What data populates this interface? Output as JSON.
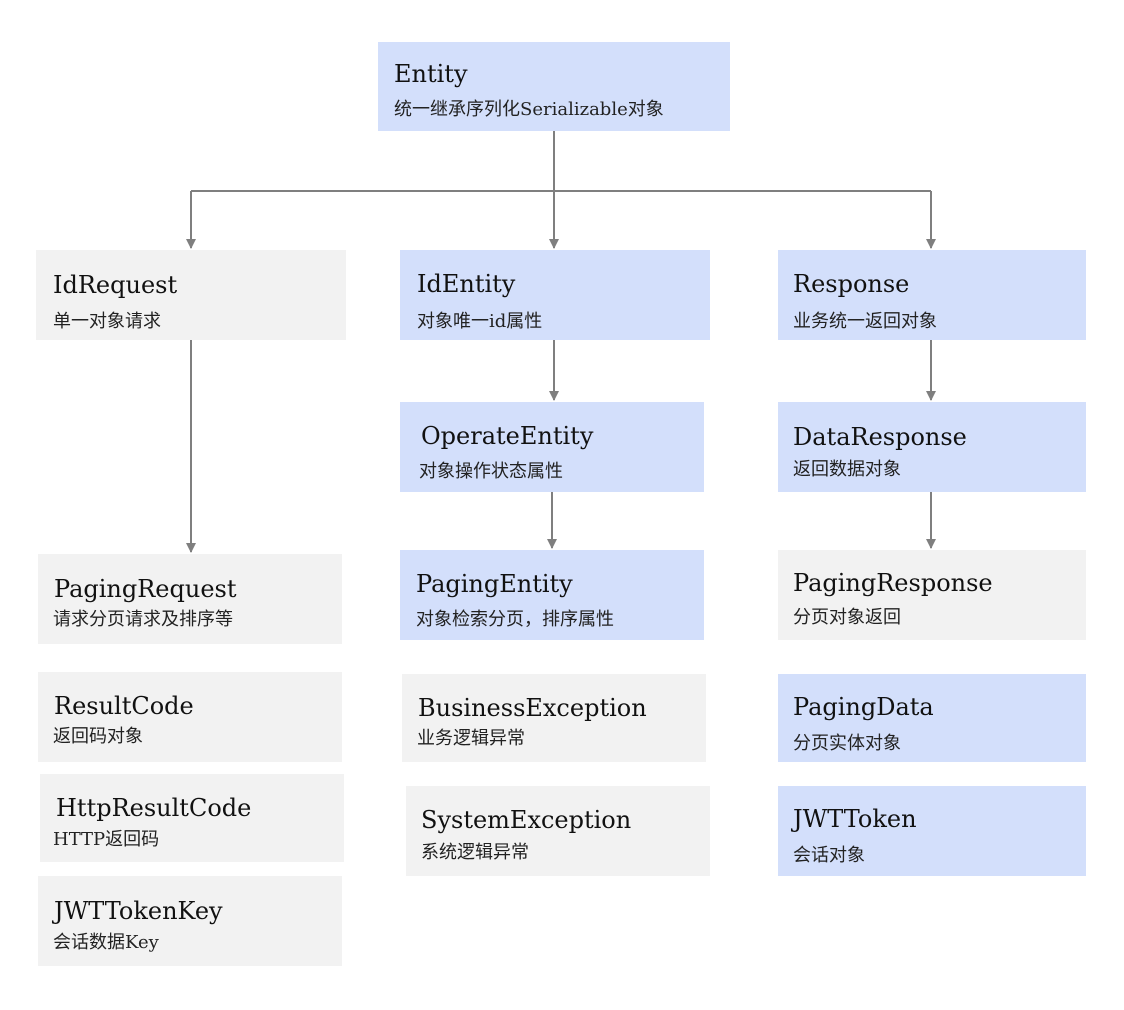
{
  "nodes": {
    "entity": {
      "title": "Entity",
      "subtitle": "统一继承序列化Serializable对象"
    },
    "id_request": {
      "title": "IdRequest",
      "subtitle": "单一对象请求"
    },
    "id_entity": {
      "title": "IdEntity",
      "subtitle": "对象唯一id属性"
    },
    "response": {
      "title": "Response",
      "subtitle": "业务统一返回对象"
    },
    "operate_entity": {
      "title": "OperateEntity",
      "subtitle": "对象操作状态属性"
    },
    "data_response": {
      "title": "DataResponse",
      "subtitle": "返回数据对象"
    },
    "paging_request": {
      "title": "PagingRequest",
      "subtitle": "请求分页请求及排序等"
    },
    "paging_entity": {
      "title": "PagingEntity",
      "subtitle": "对象检索分页，排序属性"
    },
    "paging_response": {
      "title": "PagingResponse",
      "subtitle": "分页对象返回"
    },
    "result_code": {
      "title": "ResultCode",
      "subtitle": "返回码对象"
    },
    "business_exception": {
      "title": "BusinessException",
      "subtitle": "业务逻辑异常"
    },
    "paging_data": {
      "title": "PagingData",
      "subtitle": "分页实体对象"
    },
    "http_result_code": {
      "title": "HttpResultCode",
      "subtitle": "HTTP返回码"
    },
    "system_exception": {
      "title": "SystemException",
      "subtitle": "系统逻辑异常"
    },
    "jwt_token": {
      "title": "JWTToken",
      "subtitle": "会话对象"
    },
    "jwt_token_key": {
      "title": "JWTTokenKey",
      "subtitle": "会话数据Key"
    }
  },
  "colors": {
    "blue_box": "#d3dffb",
    "gray_box": "#f2f2f2",
    "connector": "#7f7f7f"
  }
}
